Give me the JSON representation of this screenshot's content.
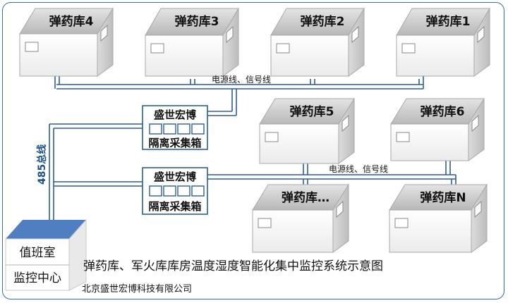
{
  "warehouses": {
    "w4": "弹药库4",
    "w3": "弹药库3",
    "w2": "弹药库2",
    "w1": "弹药库1",
    "w5": "弹药库5",
    "w6": "弹药库6",
    "wdots": "弹药库…",
    "wn": "弹药库N"
  },
  "cable_label": "电源线、信号线",
  "bus_label": "485总线",
  "collector_box": {
    "brand": "盛世宏博",
    "name": "隔离采集箱"
  },
  "control_room": {
    "duty": "值班室",
    "monitor": "监控中心"
  },
  "title": "弹药库、军火库库房温度湿度智能化集中监控系统示意图",
  "company": "北京盛世宏博科技有限公司",
  "colors": {
    "pipe": "#2d5d96",
    "roof": "#c9c9c9",
    "wall": "#f6f6f6",
    "room_top": "#4f7fc0"
  }
}
